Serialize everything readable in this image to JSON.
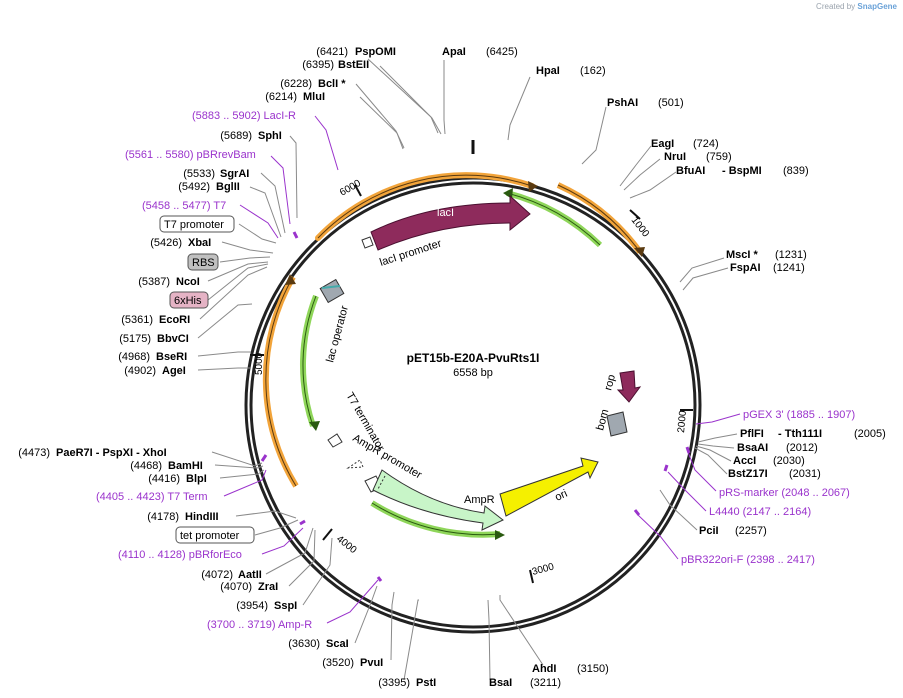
{
  "brand": {
    "prefix": "Created by",
    "name": "SnapGene"
  },
  "plasmid": {
    "name": "pET15b-E20A-PvuRts1I",
    "length": "6558 bp"
  },
  "colors": {
    "backbone": "#222222",
    "primer_binding": "#9a33cc",
    "orf_orange": "#f2a43a",
    "orf_green": "#6cc02c",
    "lacI": "#8e2b5c",
    "rop": "#8e2b5c",
    "ori": "#f5f000",
    "ampr": "#c8f5c8",
    "bom": "#a0a8b0",
    "rbs_box": "#c0c0c0",
    "his_box": "#e5b3c5"
  },
  "ticks": [
    "1000",
    "2000",
    "3000",
    "4000",
    "5000",
    "6000"
  ],
  "features": {
    "lacI": "lacI",
    "lacI_promoter": "lacI promoter",
    "lac_operator": "lac operator",
    "t7_terminator": "T7 terminator",
    "ampr_promoter": "AmpR promoter",
    "ampr": "AmpR",
    "ori": "ori",
    "bom": "bom",
    "rop": "rop"
  },
  "labels": {
    "r1_pos": "(6421)",
    "r1_enz": "PspOMI",
    "r2_pos": "(6395)",
    "r2_enz": "BstEII",
    "r3_pos": "(6228)",
    "r3_enz": "BclI *",
    "r4_pos": "(6214)",
    "r4_enz": "MluI",
    "r5_txt": "(5883 .. 5902)  LacI-R",
    "r6_pos": "(5689)",
    "r6_enz": "SphI",
    "r7_txt": "(5561 .. 5580)  pBRrevBam",
    "r8_pos": "(5533)",
    "r8_enz": "SgrAI",
    "r9_pos": "(5492)",
    "r9_enz": "BglII",
    "r10_txt": "(5458 .. 5477)  T7",
    "r11_box": "T7 promoter",
    "r12_pos": "(5426)",
    "r12_enz": "XbaI",
    "r13_box": "RBS",
    "r14_pos": "(5387)",
    "r14_enz": "NcoI",
    "r15_box": "6xHis",
    "r16_pos": "(5361)",
    "r16_enz": "EcoRI",
    "r17_pos": "(5175)",
    "r17_enz": "BbvCI",
    "r18_pos": "(4968)",
    "r18_enz": "BseRI",
    "r19_pos": "(4902)",
    "r19_enz": "AgeI",
    "r20_pos": "(4473)",
    "r20_enz": "PaeR7I  - PspXI  - XhoI",
    "r21_pos": "(4468)",
    "r21_enz": "BamHI",
    "r22_pos": "(4416)",
    "r22_enz": "BlpI",
    "r23_txt": "(4405 .. 4423)  T7 Term",
    "r24_pos": "(4178)",
    "r24_enz": "HindIII",
    "r25_box": "tet promoter",
    "r26_txt": "(4110 .. 4128)  pBRforEco",
    "r27_pos": "(4072)",
    "r27_enz": "AatII",
    "r28_pos": "(4070)",
    "r28_enz": "ZraI",
    "r29_pos": "(3954)",
    "r29_enz": "SspI",
    "r30_txt": "(3700 .. 3719)  Amp-R",
    "r31_pos": "(3630)",
    "r31_enz": "ScaI",
    "r32_pos": "(3520)",
    "r32_enz": "PvuI",
    "r33_pos": "(3395)",
    "r33_enz": "PstI",
    "r34_enz": "BsaI",
    "r34_pos": "(3211)",
    "r35_enz": "AhdI",
    "r35_pos": "(3150)",
    "r36_enz": "ApaI",
    "r36_pos": "(6425)",
    "r37_enz": "HpaI",
    "r37_pos": "(162)",
    "r38_enz": "PshAI",
    "r38_pos": "(501)",
    "r39_enz": "EagI",
    "r39_pos": "(724)",
    "r40_enz": "NruI",
    "r40_pos": "(759)",
    "r41_enz": "BfuAI",
    "r41_sep": "- BspMI",
    "r41_pos": "(839)",
    "r42_enz": "MscI *",
    "r42_pos": "(1231)",
    "r43_enz": "FspAI",
    "r43_pos": "(1241)",
    "r44_txt": "pGEX 3'    (1885 .. 1907)",
    "r45_enz": "PflFI",
    "r45_sep": "- Tth111I",
    "r45_pos": "(2005)",
    "r46_enz": "BsaAI",
    "r46_pos": "(2012)",
    "r47_enz": "AccI",
    "r47_pos": "(2030)",
    "r48_enz": "BstZ17I",
    "r48_pos": "(2031)",
    "r49_txt": "pRS-marker    (2048 .. 2067)",
    "r50_txt": "L4440    (2147 .. 2164)",
    "r51_enz": "PciI",
    "r51_pos": "(2257)",
    "r52_txt": "pBR322ori-F    (2398 .. 2417)"
  }
}
